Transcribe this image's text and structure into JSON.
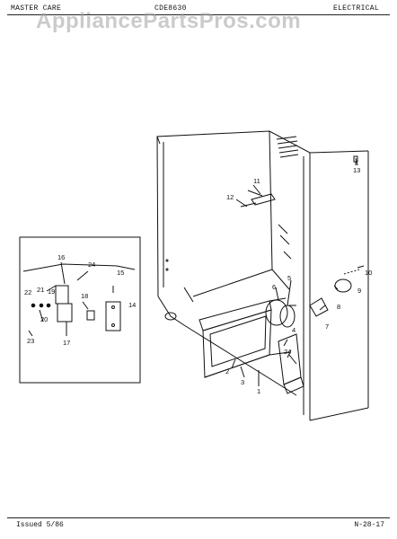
{
  "header": {
    "left": "MASTER CARE",
    "center": "CDE8630",
    "right": "ELECTRICAL"
  },
  "watermark": "AppliancePartsPros.com",
  "footer": {
    "left": "Issued 5/86",
    "right": "N-28-17"
  },
  "callouts": {
    "c1": "1",
    "c2": "2",
    "c3": "3",
    "c4": "4",
    "c5": "5",
    "c6": "6",
    "c7": "7",
    "c8": "8",
    "c9": "9",
    "c10": "10",
    "c11": "11",
    "c12": "12",
    "c13": "13",
    "c14": "14",
    "c15": "15",
    "c16": "16",
    "c17": "17",
    "c18": "18",
    "c19": "19",
    "c20": "20",
    "c21": "21",
    "c22": "22",
    "c23": "23",
    "c24a": "24",
    "c24b": "24"
  }
}
